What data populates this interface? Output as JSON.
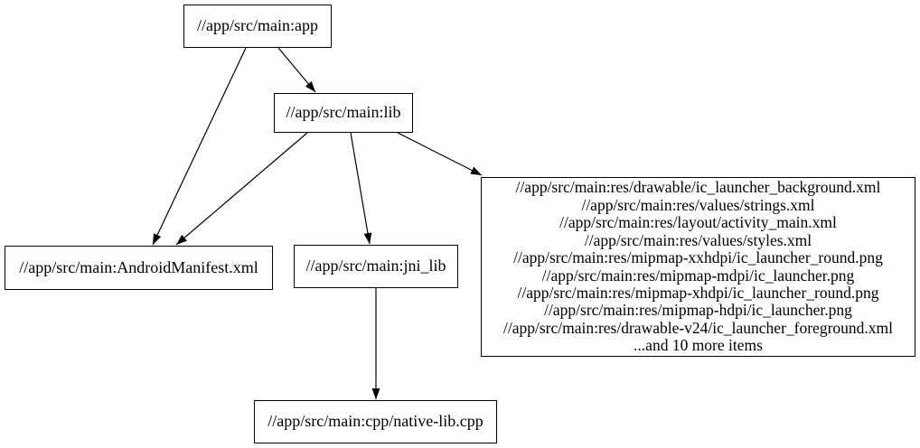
{
  "graph": {
    "background_color": "#ffffff",
    "node_border_color": "#000000",
    "text_color": "#000000",
    "edge_color": "#000000",
    "nodes": {
      "app": {
        "label": "//app/src/main:app"
      },
      "lib": {
        "label": "//app/src/main:lib"
      },
      "android_manifest": {
        "label": "//app/src/main:AndroidManifest.xml"
      },
      "jni_lib": {
        "label": "//app/src/main:jni_lib"
      },
      "resources": {
        "lines": [
          "//app/src/main:res/drawable/ic_launcher_background.xml",
          "//app/src/main:res/values/strings.xml",
          "//app/src/main:res/layout/activity_main.xml",
          "//app/src/main:res/values/styles.xml",
          "//app/src/main:res/mipmap-xxhdpi/ic_launcher_round.png",
          "//app/src/main:res/mipmap-mdpi/ic_launcher.png",
          "//app/src/main:res/mipmap-xhdpi/ic_launcher_round.png",
          "//app/src/main:res/mipmap-hdpi/ic_launcher.png",
          "//app/src/main:res/drawable-v24/ic_launcher_foreground.xml",
          "...and 10 more items"
        ]
      },
      "native_lib": {
        "label": "//app/src/main:cpp/native-lib.cpp"
      }
    },
    "edges": [
      {
        "from": "app",
        "to": "android_manifest"
      },
      {
        "from": "app",
        "to": "lib"
      },
      {
        "from": "lib",
        "to": "android_manifest"
      },
      {
        "from": "lib",
        "to": "jni_lib"
      },
      {
        "from": "lib",
        "to": "resources"
      },
      {
        "from": "jni_lib",
        "to": "native_lib"
      }
    ]
  }
}
